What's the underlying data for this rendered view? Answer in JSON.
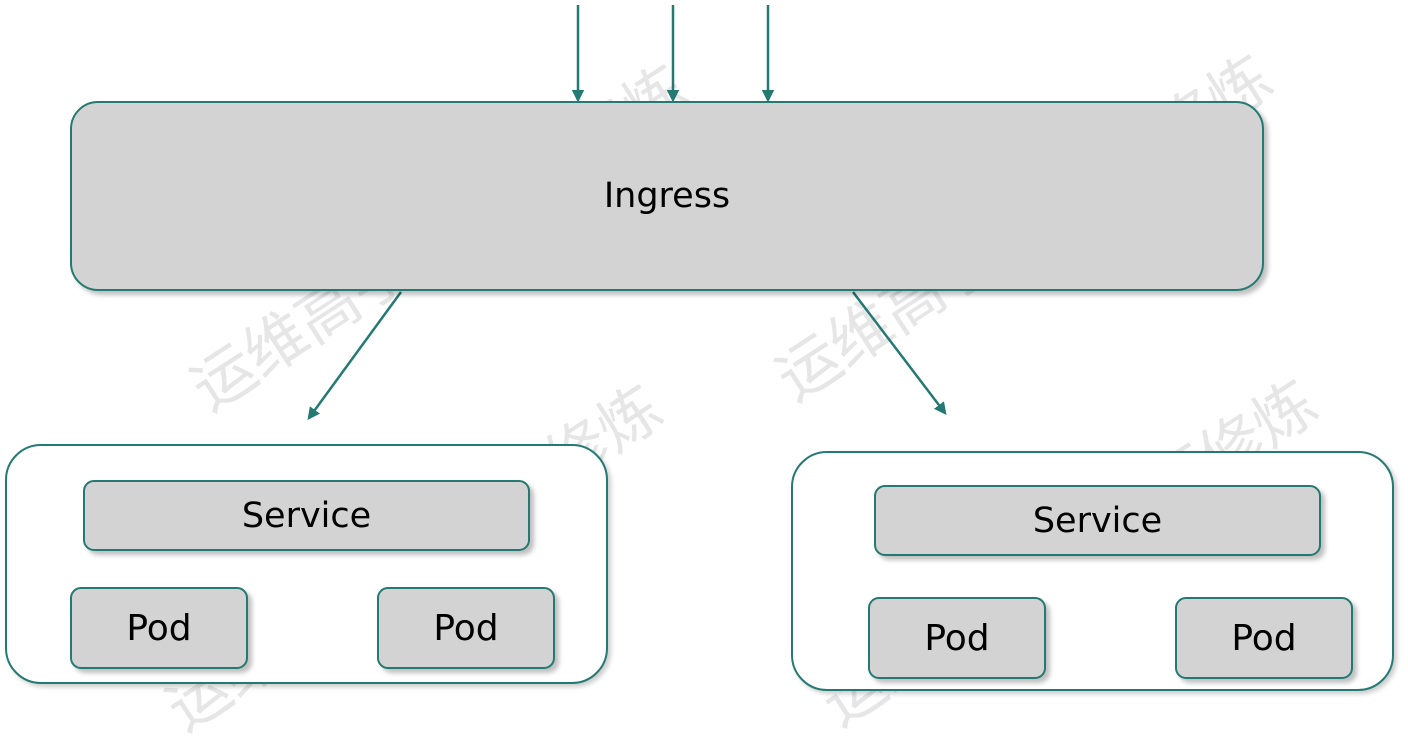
{
  "ingress": {
    "label": "Ingress"
  },
  "groups": [
    {
      "service_label": "Service",
      "pods": [
        "Pod",
        "Pod"
      ]
    },
    {
      "service_label": "Service",
      "pods": [
        "Pod",
        "Pod"
      ]
    }
  ],
  "watermark": "运维高手的36项修炼",
  "colors": {
    "border": "#247a73",
    "box_fill": "#d3d3d3",
    "arrow": "#247a73"
  }
}
